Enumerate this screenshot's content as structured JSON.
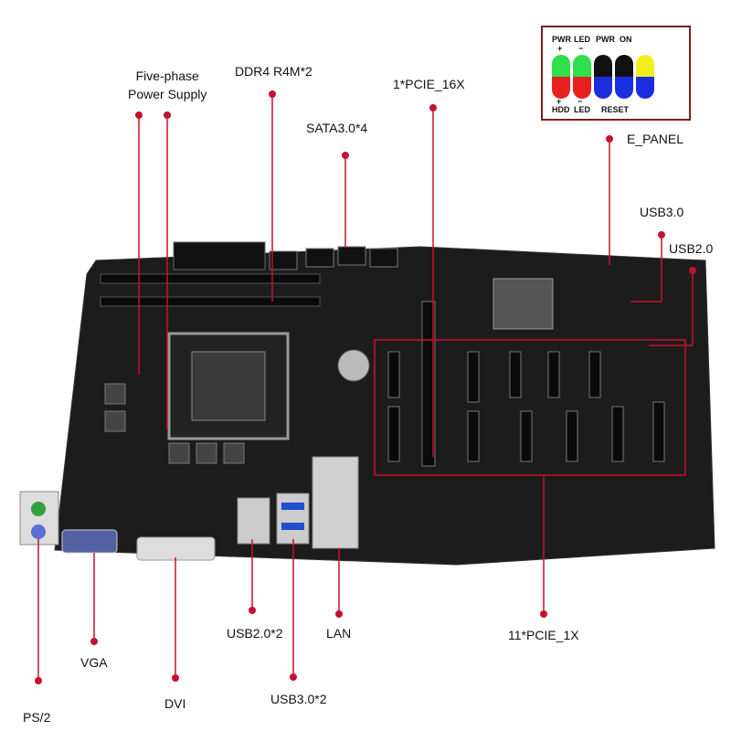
{
  "labels": {
    "power_supply_line1": "Five-phase",
    "power_supply_line2": "Power Supply",
    "ddr4": "DDR4 R4M*2",
    "sata": "SATA3.0*4",
    "pcie16": "1*PCIE_16X",
    "e_panel": "E_PANEL",
    "usb30": "USB3.0",
    "usb20": "USB2.0",
    "pcie1": "11*PCIE_1X",
    "lan": "LAN",
    "usb20x2": "USB2.0*2",
    "usb30x2": "USB3.0*2",
    "dvi": "DVI",
    "vga": "VGA",
    "ps2": "PS/2"
  },
  "e_panel_legend": {
    "top": [
      "PWR",
      "LED",
      "PWR",
      "ON"
    ],
    "top_signs": [
      "+",
      "−"
    ],
    "bottom": [
      "HDD",
      "LED",
      "RESET"
    ],
    "bottom_signs": [
      "+",
      "−"
    ],
    "colors": {
      "green": "#2ee04a",
      "red": "#e82020",
      "black": "#111111",
      "blue": "#1a2ee0",
      "yellow": "#f0f020"
    }
  },
  "colors": {
    "callout": "#c8102e",
    "board": "#1c1c1c"
  }
}
